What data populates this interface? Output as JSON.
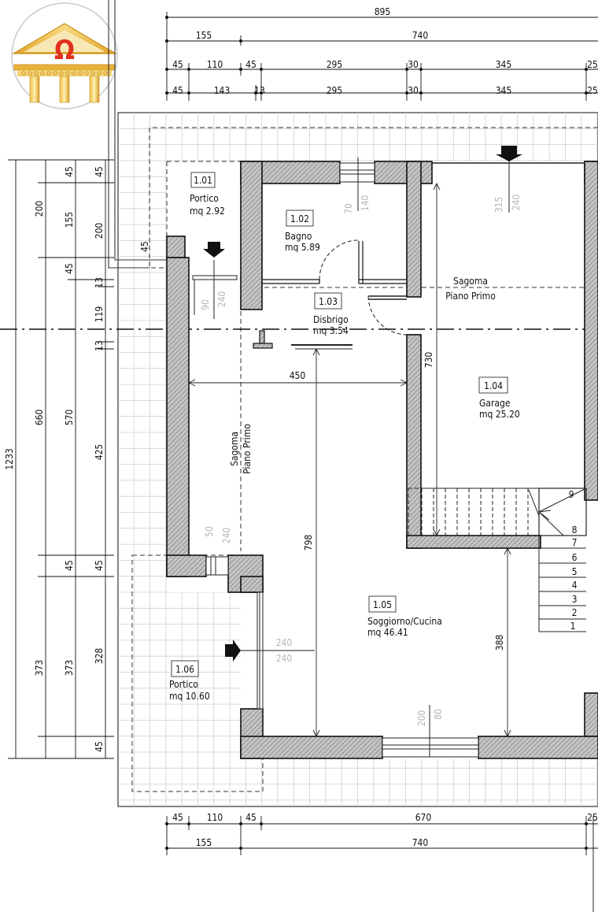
{
  "logo": {
    "symbol": "Ω"
  },
  "dimensions": {
    "top_overall": "895",
    "top_row2": [
      "155",
      "740"
    ],
    "top_row3": [
      "45",
      "110",
      "45",
      "295",
      "30",
      "345",
      "25"
    ],
    "top_row4": [
      "45",
      "143",
      "13",
      "295",
      "30",
      "345",
      "25"
    ],
    "bottom_row1": [
      "45",
      "110",
      "45",
      "670",
      "25"
    ],
    "bottom_row2": [
      "155",
      "740"
    ],
    "left_overall": "1233",
    "left_col2": [
      "200",
      "660",
      "373"
    ],
    "left_col3": [
      "45",
      "155",
      "45",
      "570",
      "45",
      "373"
    ],
    "left_col4": [
      "45",
      "200",
      "13",
      "119",
      "13",
      "425",
      "45",
      "328",
      "45"
    ],
    "left_small": "45",
    "interior": {
      "disbrigo_width": "450",
      "garage_height": "730",
      "living_height": "798",
      "living_right_height": "388"
    }
  },
  "openings": {
    "bagno_window": [
      "70",
      "140"
    ],
    "garage_door": [
      "315",
      "240"
    ],
    "entrance_door": [
      "90",
      "240"
    ],
    "west_window": [
      "50",
      "240"
    ],
    "portico_door": [
      "240",
      "240"
    ],
    "south_window": [
      "200",
      "80"
    ]
  },
  "rooms": [
    {
      "id": "1.01",
      "name": "Portico",
      "area": "mq 2.92"
    },
    {
      "id": "1.02",
      "name": "Bagno",
      "area": "mq 5.89"
    },
    {
      "id": "1.03",
      "name": "Disbrigo",
      "area": "mq 3.54"
    },
    {
      "id": "1.04",
      "name": "Garage",
      "area": "mq 25.20"
    },
    {
      "id": "1.05",
      "name": "Soggiorno/Cucina",
      "area": "mq 46.41"
    },
    {
      "id": "1.06",
      "name": "Portico",
      "area": "mq 10.60"
    }
  ],
  "annotations": {
    "sagoma_h": [
      "Sagoma",
      "Piano Primo"
    ],
    "sagoma_v": [
      "Sagoma",
      "Piano Primo"
    ]
  },
  "stairs": [
    "1",
    "2",
    "3",
    "4",
    "5",
    "6",
    "7",
    "8",
    "9"
  ]
}
